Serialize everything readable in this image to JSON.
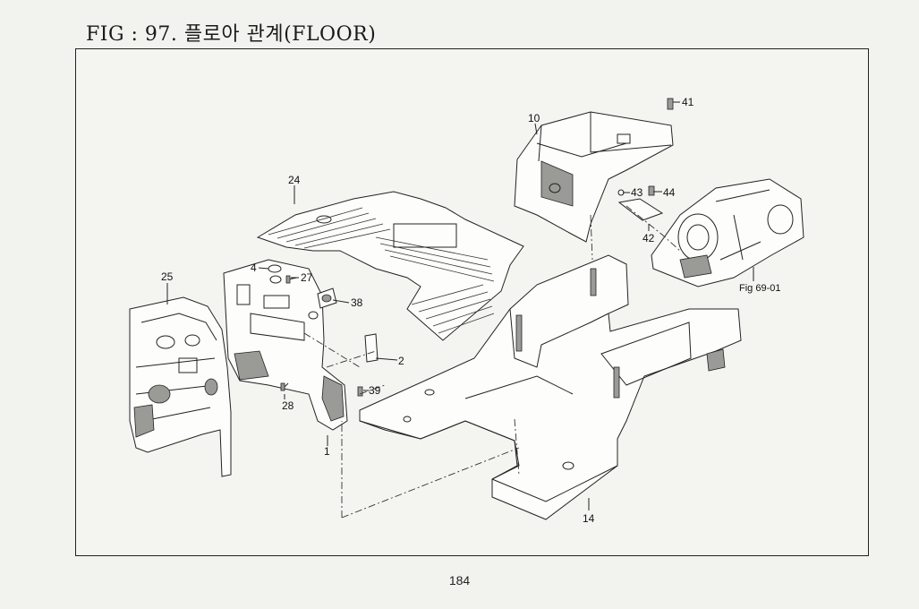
{
  "header": {
    "title": "FIG : 97. 플로아 관계(FLOOR)"
  },
  "footer": {
    "page_number": "184"
  },
  "callouts": [
    {
      "id": "c1",
      "label": "1"
    },
    {
      "id": "c2",
      "label": "2"
    },
    {
      "id": "c4",
      "label": "4"
    },
    {
      "id": "c10",
      "label": "10"
    },
    {
      "id": "c14",
      "label": "14"
    },
    {
      "id": "c24",
      "label": "24"
    },
    {
      "id": "c25",
      "label": "25"
    },
    {
      "id": "c27",
      "label": "27"
    },
    {
      "id": "c28",
      "label": "28"
    },
    {
      "id": "c38",
      "label": "38"
    },
    {
      "id": "c39",
      "label": "39"
    },
    {
      "id": "c41",
      "label": "41"
    },
    {
      "id": "c42",
      "label": "42"
    },
    {
      "id": "c43",
      "label": "43"
    },
    {
      "id": "c44",
      "label": "44"
    }
  ],
  "reference": {
    "label": "Fig 69-01"
  }
}
